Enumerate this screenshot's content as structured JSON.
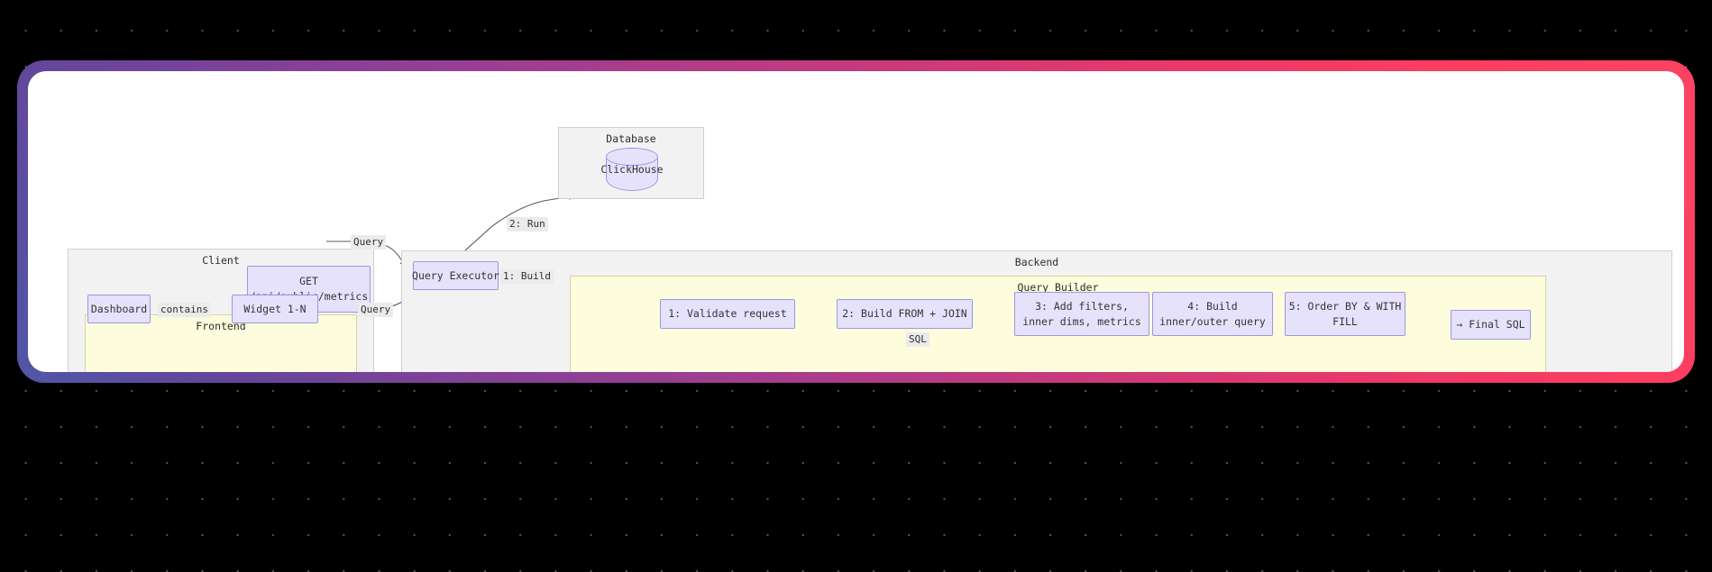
{
  "theme": {
    "page_background": "#000000",
    "dot_color": "#55555a",
    "frame_gradient_start": "#5156a6",
    "frame_gradient_mid": "#9b3e92",
    "frame_gradient_end": "#fc4363",
    "canvas_background": "#ffffff",
    "node_fill": "#e6e2fb",
    "node_stroke": "#9e96e0",
    "cluster_fill": "#f2f2f3",
    "cluster_stroke": "#d0d0d0",
    "cluster_yellow_fill": "#fdfcdd",
    "cluster_yellow_stroke": "#d6d49a",
    "edge_stroke": "#5a5a5a",
    "edge_label_bg": "#ebebec"
  },
  "clusters": {
    "client": {
      "label": "Client"
    },
    "frontend": {
      "label": "Frontend"
    },
    "database": {
      "label": "Database"
    },
    "backend": {
      "label": "Backend"
    },
    "query_builder": {
      "label": "Query Builder"
    }
  },
  "nodes": {
    "get_endpoint": {
      "line1": "GET",
      "line2": "/api/public/metrics"
    },
    "dashboard": {
      "label": "Dashboard"
    },
    "widget": {
      "label": "Widget 1-N"
    },
    "clickhouse": {
      "label": "ClickHouse"
    },
    "query_executor": {
      "label": "Query Executor"
    },
    "step1": {
      "label": "1: Validate request"
    },
    "step2": {
      "label": "2: Build FROM + JOIN"
    },
    "step3": {
      "line1": "3: Add filters,",
      "line2": "inner dims, metrics"
    },
    "step4": {
      "line1": "4: Build",
      "line2": "inner/outer query"
    },
    "step5": {
      "line1": "5: Order BY & WITH",
      "line2": "FILL"
    },
    "final_sql": {
      "label": "→ Final SQL"
    }
  },
  "edges": {
    "contains": {
      "label": "contains"
    },
    "query_from_api": {
      "label": "Query"
    },
    "query_from_widget": {
      "label": "Query"
    },
    "run": {
      "label": "2: Run"
    },
    "build": {
      "label": "1: Build"
    },
    "sql_return": {
      "label": "SQL"
    }
  }
}
